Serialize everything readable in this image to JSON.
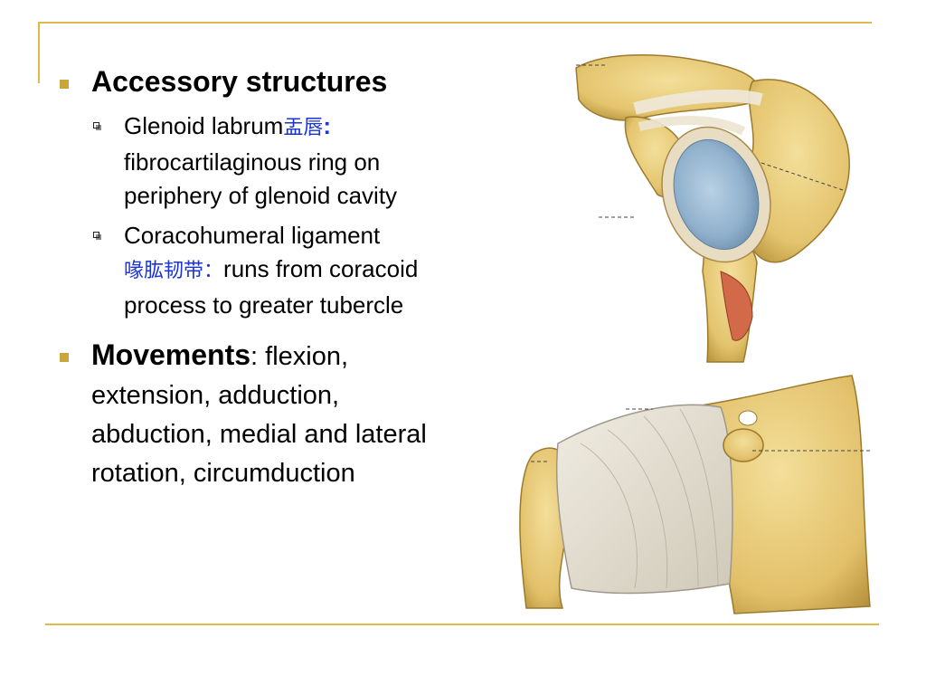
{
  "slide": {
    "items": [
      {
        "title": "Accessory structures",
        "subitems": [
          {
            "term": "Glenoid labrum",
            "chinese": "盂唇",
            "colon": ":",
            "desc": " fibrocartilaginous ring on periphery of glenoid cavity"
          },
          {
            "term": "Coracohumeral ligament",
            "chinese": "喙肱韧带",
            "colon": "：",
            "desc": "runs from coracoid process to greater tubercle"
          }
        ]
      },
      {
        "title": "Movements",
        "rest": ": flexion, extension, adduction, abduction, medial and lateral rotation, circumduction"
      }
    ]
  },
  "colors": {
    "accent": "#e0b84c",
    "bullet": "#c9a63b",
    "chinese_text": "#1a34d6"
  },
  "illustrations": [
    "shoulder-glenoid-cavity-lateral-view",
    "shoulder-joint-capsule-anterior-view"
  ]
}
